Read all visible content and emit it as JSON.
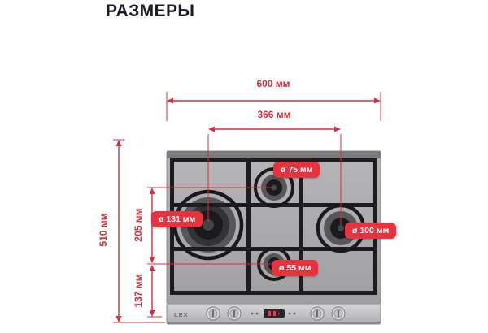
{
  "title": "РАЗМЕРЫ",
  "colors": {
    "title_color": "#1a1a26",
    "line_red": "#d2303e",
    "badge_red": "#e5333f"
  },
  "dimensions": {
    "total_width": "600 мм",
    "burner_center_span": "366 мм",
    "total_depth": "510 мм",
    "burner_row_span": "205 мм",
    "front_offset": "137 мм"
  },
  "burner_diameters": {
    "top_center": "ø 75 мм",
    "left": "ø 131 мм",
    "right": "ø 100 мм",
    "bottom_center": "ø 55 мм"
  },
  "brand": "LEX"
}
